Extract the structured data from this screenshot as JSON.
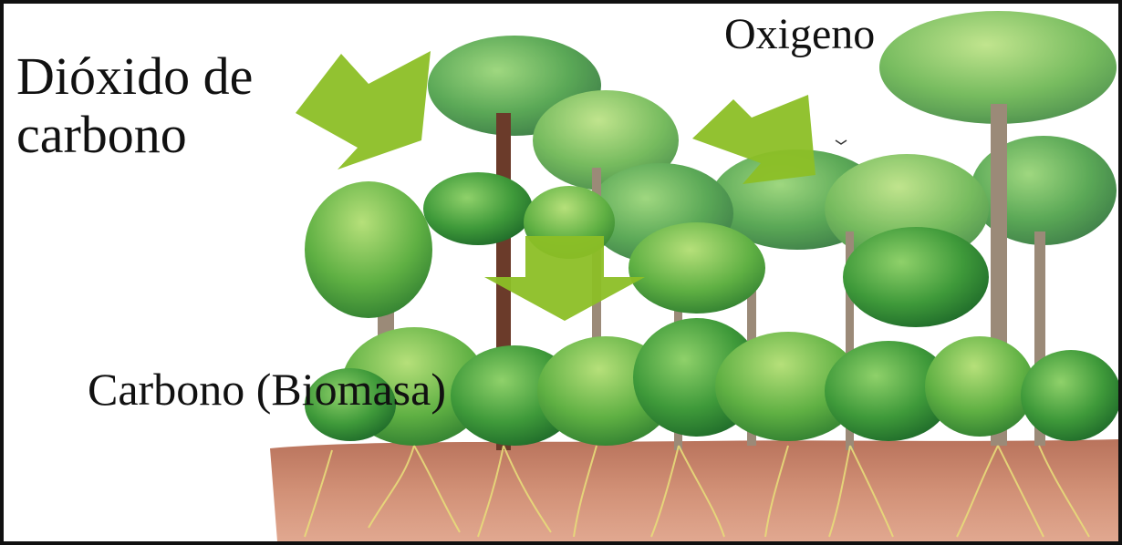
{
  "labels": {
    "carbon_dioxide_line1": "Dióxido de",
    "carbon_dioxide_line2": "carbono",
    "oxygen": "Oxigeno",
    "biomass": "Carbono (Biomasa)"
  },
  "colors": {
    "arrow": "#8cbf26",
    "foliage": "#3f9a3a",
    "soil": "#c98268",
    "roots": "#e8dc7a"
  }
}
